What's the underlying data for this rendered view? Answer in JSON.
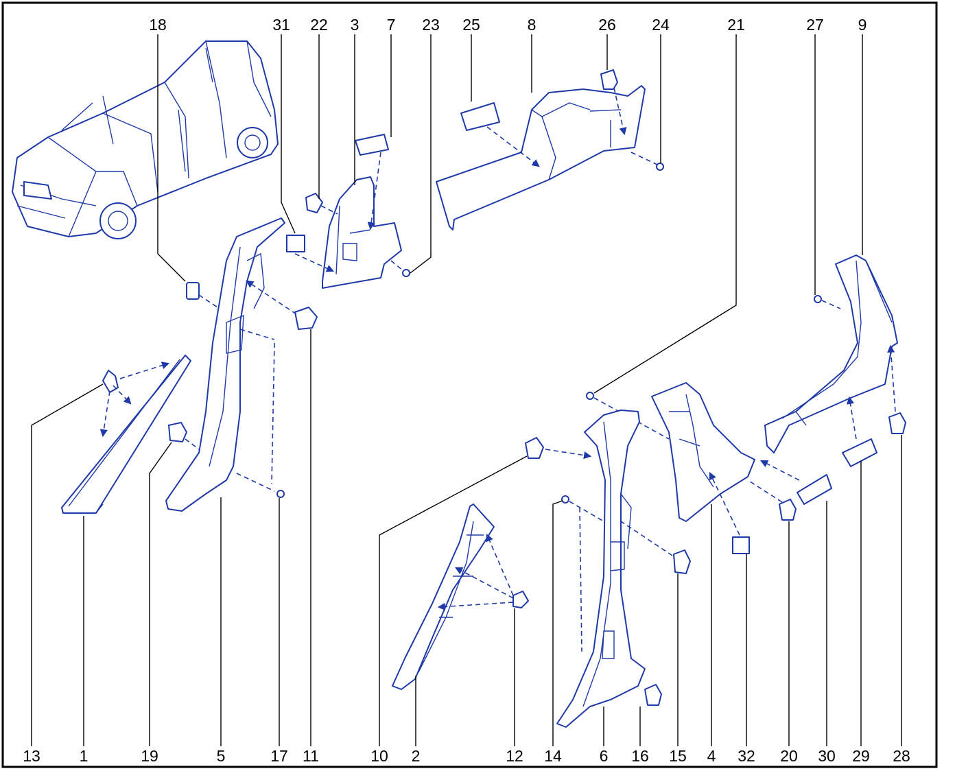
{
  "colors": {
    "line": "#1f3aa8",
    "text": "#000000",
    "frame": "#000000"
  },
  "top_labels": [
    "18",
    "31",
    "22",
    "3",
    "7",
    "23",
    "25",
    "8",
    "26",
    "24",
    "21",
    "27",
    "9"
  ],
  "bottom_labels": [
    "13",
    "1",
    "19",
    "5",
    "17",
    "11",
    "10",
    "2",
    "12",
    "14",
    "6",
    "16",
    "15",
    "4",
    "32",
    "20",
    "30",
    "29",
    "28"
  ]
}
